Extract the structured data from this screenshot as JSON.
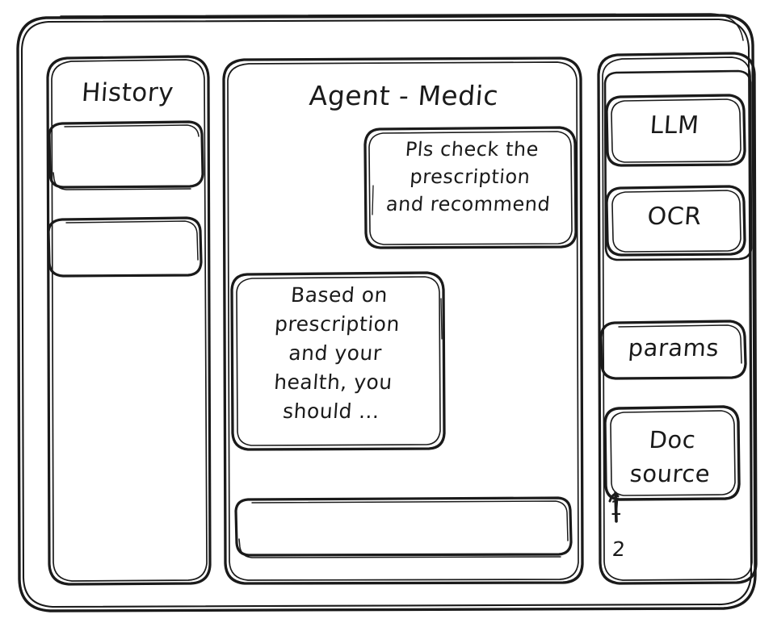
{
  "window": {
    "name": "wireframe-window"
  },
  "sidebar": {
    "title": "History",
    "items": [
      {
        "label": ""
      },
      {
        "label": ""
      }
    ]
  },
  "chat": {
    "title": "Agent - Medic",
    "messages": [
      {
        "role": "user",
        "text": "Pls check the\nprescription\nand recommend"
      },
      {
        "role": "assistant",
        "text": "Based on\nprescription\nand your\nhealth, you\nshould ..."
      }
    ],
    "input": {
      "value": "",
      "placeholder": ""
    }
  },
  "tools": {
    "buttons": [
      {
        "label": "LLM"
      },
      {
        "label": "OCR"
      },
      {
        "label": "params"
      }
    ],
    "doc_source": {
      "label": "Doc\nsource",
      "items": [
        {
          "label": "1"
        },
        {
          "label": "2"
        }
      ]
    }
  },
  "style": {
    "ink": "#1a1a1a",
    "paper": "#ffffff"
  }
}
